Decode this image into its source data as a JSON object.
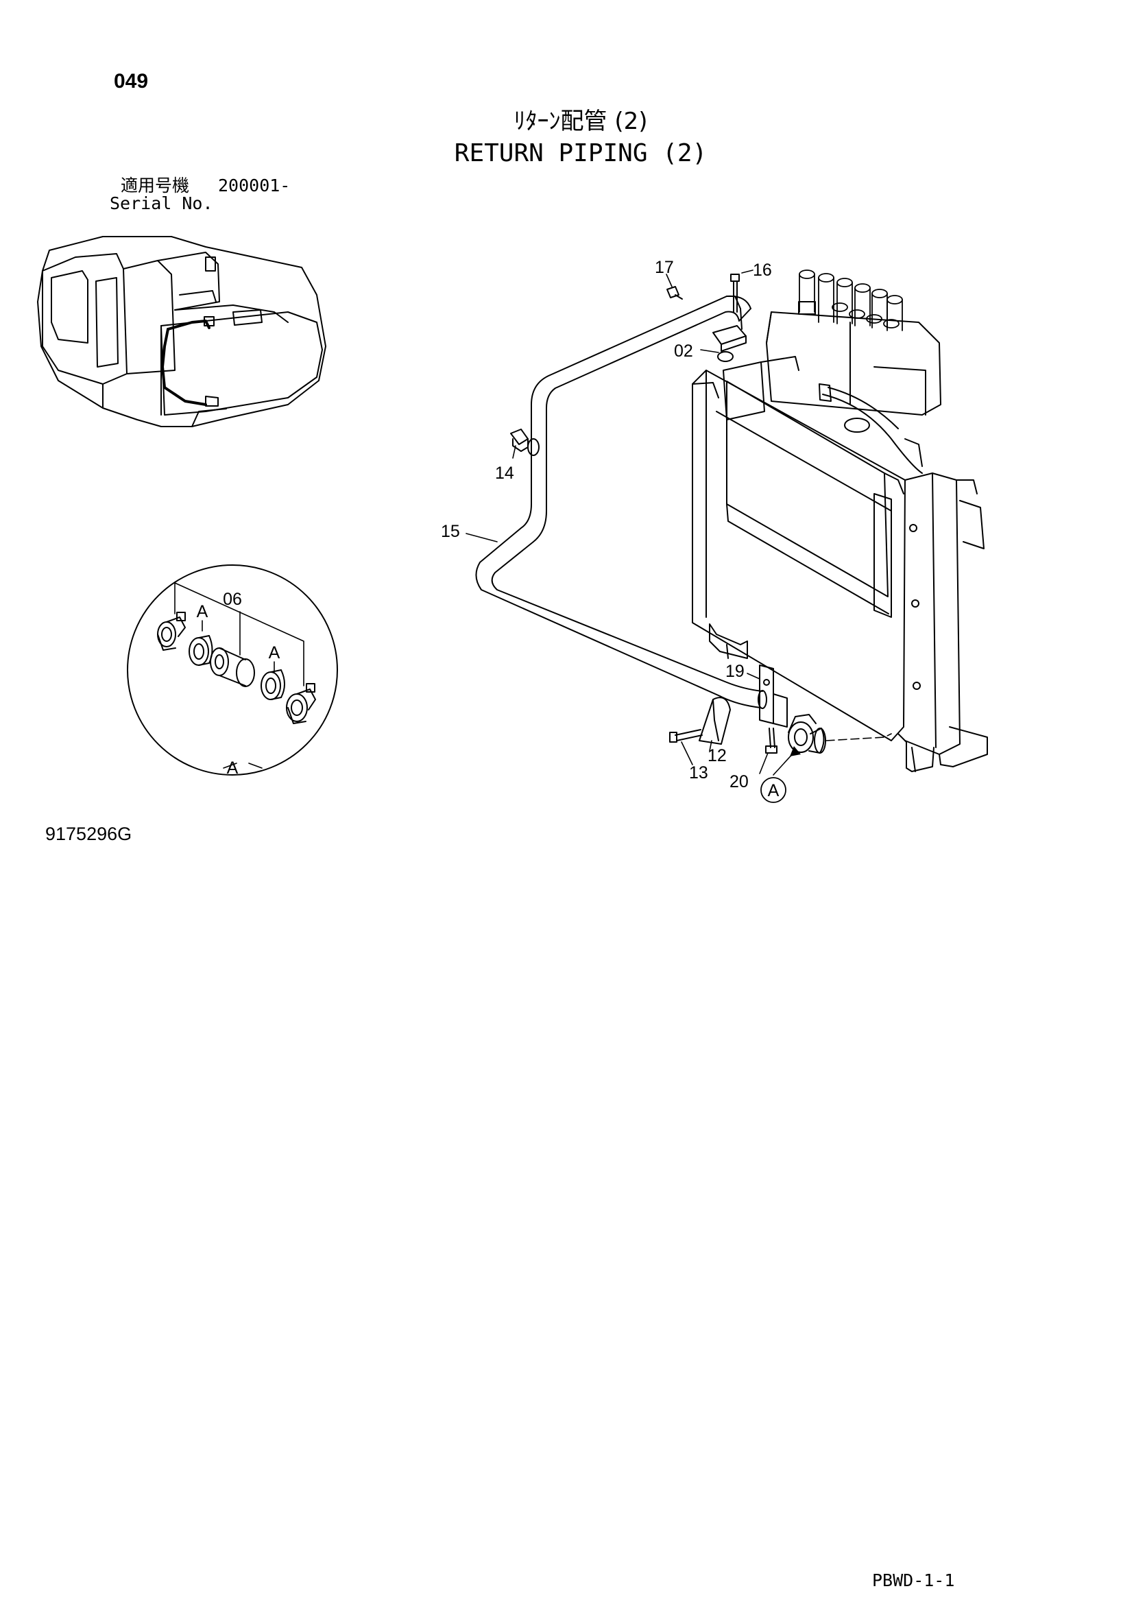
{
  "page": {
    "number": "049",
    "title_jp": "ﾘﾀｰﾝ配管 (2)",
    "title_en": "RETURN PIPING (2)",
    "serial_label_jp": "適用号機",
    "serial_value": "200001-",
    "serial_label_en": "Serial No.",
    "drawing_number": "9175296G",
    "page_code": "PBWD-1-1"
  },
  "detail": {
    "label": "A",
    "callouts": [
      {
        "id": "detail-callout-06",
        "text": "06"
      },
      {
        "id": "detail-callout-a-left",
        "text": "A"
      },
      {
        "id": "detail-callout-a-right",
        "text": "A"
      }
    ]
  },
  "callouts": [
    {
      "id": "callout-17",
      "text": "17"
    },
    {
      "id": "callout-16",
      "text": "16"
    },
    {
      "id": "callout-02",
      "text": "02"
    },
    {
      "id": "callout-14",
      "text": "14"
    },
    {
      "id": "callout-15",
      "text": "15"
    },
    {
      "id": "callout-19",
      "text": "19"
    },
    {
      "id": "callout-12",
      "text": "12"
    },
    {
      "id": "callout-13",
      "text": "13"
    },
    {
      "id": "callout-20",
      "text": "20"
    },
    {
      "id": "callout-a-circle",
      "text": "A"
    }
  ]
}
